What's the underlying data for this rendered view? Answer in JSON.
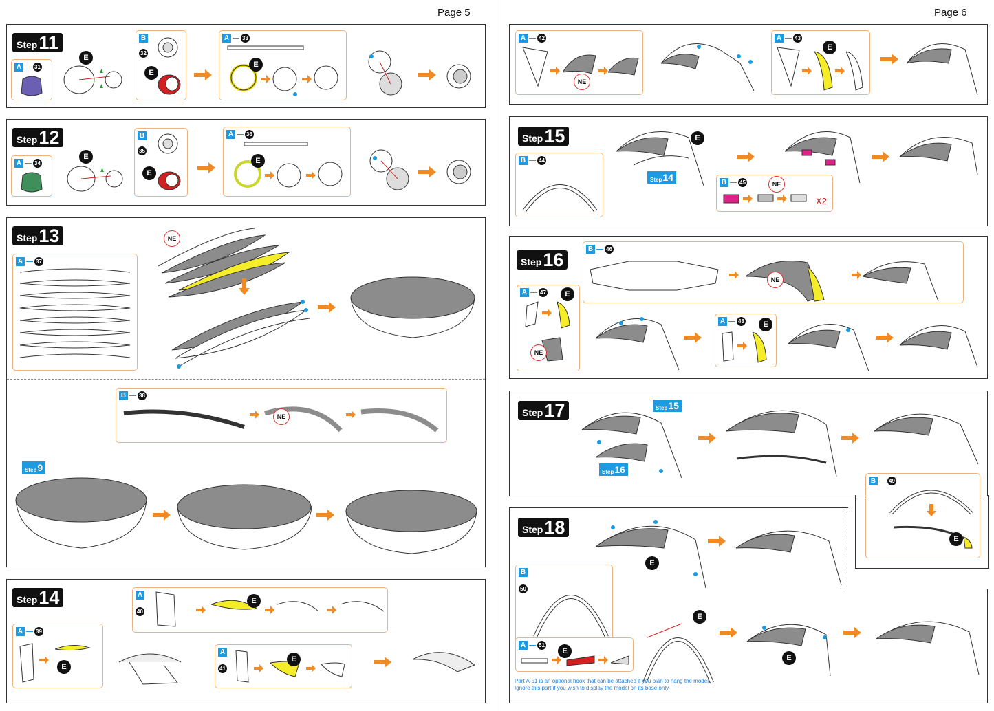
{
  "pages": {
    "left": "Page 5",
    "right": "Page 6"
  },
  "step_word": "Step",
  "steps": {
    "s11": "11",
    "s12": "12",
    "s13": "13",
    "s14": "14",
    "s15": "15",
    "s16": "16",
    "s17": "17",
    "s18": "18"
  },
  "parts": {
    "p31": {
      "letter": "A",
      "num": "31"
    },
    "p32": {
      "letter": "B",
      "num": "32"
    },
    "p33": {
      "letter": "A",
      "num": "33"
    },
    "p34": {
      "letter": "A",
      "num": "34"
    },
    "p35": {
      "letter": "B",
      "num": "35"
    },
    "p36": {
      "letter": "A",
      "num": "36"
    },
    "p37": {
      "letter": "A",
      "num": "37"
    },
    "p38": {
      "letter": "B",
      "num": "38"
    },
    "p39": {
      "letter": "A",
      "num": "39"
    },
    "p40": {
      "letter": "A",
      "num": "40"
    },
    "p41": {
      "letter": "A",
      "num": "41"
    },
    "p42": {
      "letter": "A",
      "num": "42"
    },
    "p43": {
      "letter": "A",
      "num": "43"
    },
    "p44": {
      "letter": "B",
      "num": "44"
    },
    "p45": {
      "letter": "B",
      "num": "45"
    },
    "p46": {
      "letter": "B",
      "num": "46"
    },
    "p47": {
      "letter": "A",
      "num": "47"
    },
    "p48": {
      "letter": "A",
      "num": "48"
    },
    "p49": {
      "letter": "B",
      "num": "49"
    },
    "p50": {
      "letter": "B",
      "num": "50"
    },
    "p51": {
      "letter": "A",
      "num": "51"
    }
  },
  "badges": {
    "e": "E",
    "ne": "NE"
  },
  "refs": {
    "r9": "9",
    "r14": "14",
    "r15": "15",
    "r16": "16"
  },
  "multiplier": "X2",
  "note_lines": [
    "Part A-51 is an optional hook that can be attached if you plan to hang the model.",
    "Ignore this part if you wish to display the model on its base only."
  ],
  "colors": {
    "accent_orange": "#f08a24",
    "tag_blue": "#1e9be0",
    "part_yellow": "#f5ec2a",
    "part_gray": "#8c8c8c",
    "part_purple": "#6a5fb3",
    "part_green": "#3f8f5a",
    "part_magenta": "#e0218a",
    "marker_red": "#d32020"
  }
}
